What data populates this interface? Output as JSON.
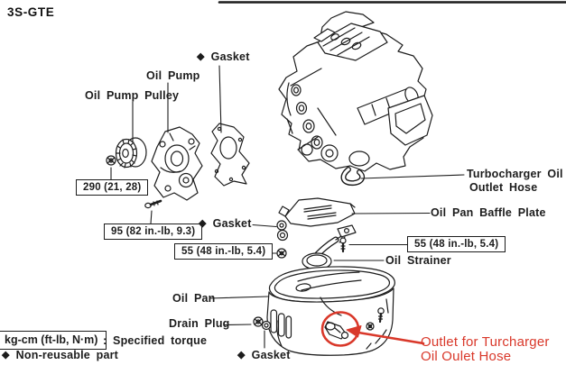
{
  "title": "3S-GTE",
  "colors": {
    "ink": "#1c1c1c",
    "annotation_red": "#d9382a",
    "background": "#ffffff"
  },
  "icons": {
    "non_reusable_diamond": "◆"
  },
  "part_labels": {
    "gasket_top": "Gasket",
    "oil_pump": "Oil Pump",
    "oil_pump_pulley": "Oil Pump Pulley",
    "gasket_mid": "Gasket",
    "turbocharger_hose_line1": "Turbocharger Oil",
    "turbocharger_hose_line2": "Outlet Hose",
    "oil_pan_baffle_plate": "Oil Pan Baffle Plate",
    "oil_strainer": "Oil Strainer",
    "oil_pan": "Oil Pan",
    "drain_plug": "Drain Plug",
    "gasket_bottom": "Gasket"
  },
  "torque_specs": {
    "pulley_nut": "290 (21, 28)",
    "pump_bolt": "95 (82 in.-lb, 9.3)",
    "strainer_nut": "55 (48 in.-lb, 5.4)",
    "strainer_bolt": "55 (48 in.-lb, 5.4)"
  },
  "legend": {
    "torque_unit_box": "kg-cm (ft-lb, N·m)",
    "torque_meaning": ":  Specified torque",
    "non_reusable": "Non-reusable part"
  },
  "annotation": {
    "line1": "Outlet for Turcharger",
    "line2": "Oil Oulet Hose"
  }
}
